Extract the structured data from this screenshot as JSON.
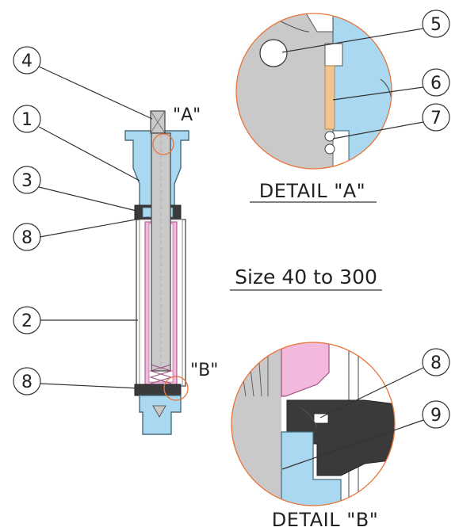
{
  "callouts": {
    "c1": "1",
    "c2": "2",
    "c3": "3",
    "c4": "4",
    "c5": "5",
    "c6": "6",
    "c7": "7",
    "c8a": "8",
    "c8b": "8",
    "c8c": "8",
    "c9": "9"
  },
  "markers": {
    "a": "\"A\"",
    "b": "\"B\""
  },
  "detail_a_title": "DETAIL \"A\"",
  "detail_b_title": "DETAIL \"B\"",
  "size_label": "Size 40 to 300",
  "colors": {
    "body_blue": "#a9d8f0",
    "stem_gray": "#c9c9c9",
    "seal_pink": "#f2b9dc",
    "packing_tan": "#f2c48f",
    "ring_dark": "#3a3a3a",
    "detail_circle_orange": "#e8743a"
  }
}
